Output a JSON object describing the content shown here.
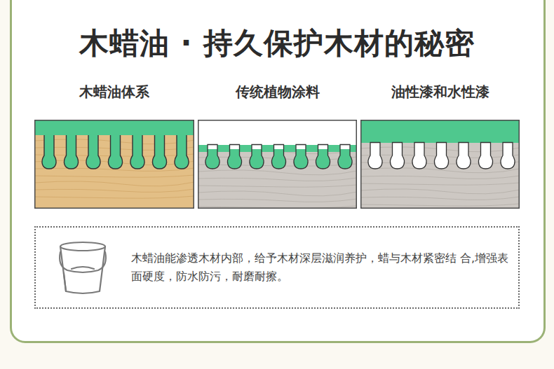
{
  "diagram": {
    "title": "木蜡油 · 持久保护木材的秘密",
    "nodes": [
      {
        "text": [
          "木蜡油体系"
        ]
      },
      {
        "text": [
          "传统植物涂料"
        ]
      },
      {
        "text": [
          "油性漆和水性漆"
        ]
      },
      {
        "text": [
          "木蜡油能渗透木材内部，给予木材深层滋润养护，蜡与木材紧密结 合,增强表面硬度，防水防污，耐磨耐擦。"
        ]
      }
    ]
  }
}
